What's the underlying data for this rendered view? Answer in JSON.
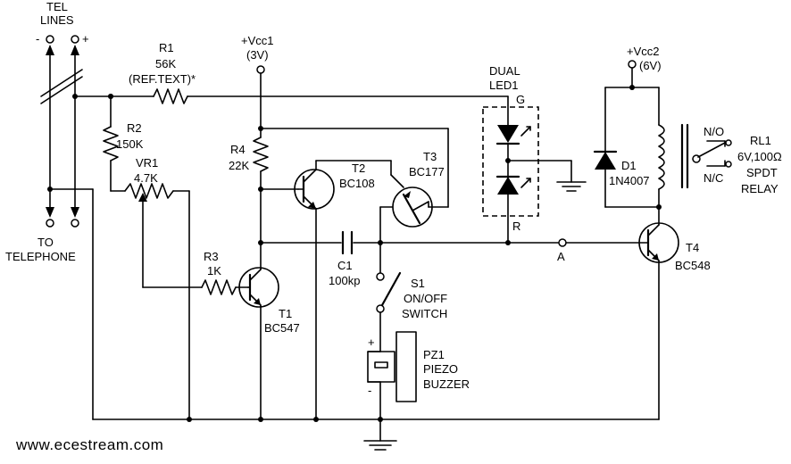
{
  "labels": {
    "tel_lines_1": "TEL",
    "tel_lines_2": "LINES",
    "minus": "-",
    "plus": "+",
    "to_telephone_1": "TO",
    "to_telephone_2": "TELEPHONE",
    "r1_name": "R1",
    "r1_value": "56K",
    "r1_note": "(REF.TEXT)*",
    "r2_name": "R2",
    "r2_value": "150K",
    "vr1_name": "VR1",
    "vr1_value": "4.7K",
    "r3_name": "R3",
    "r3_value": "1K",
    "r4_name": "R4",
    "r4_value": "22K",
    "vcc1_name": "+Vcc1",
    "vcc1_value": "(3V)",
    "t1_name": "T1",
    "t1_value": "BC547",
    "t2_name": "T2",
    "t2_value": "BC108",
    "t3_name": "T3",
    "t3_value": "BC177",
    "t4_name": "T4",
    "t4_value": "BC548",
    "c1_name": "C1",
    "c1_value": "100kp",
    "s1_name": "S1",
    "s1_desc_1": "ON/OFF",
    "s1_desc_2": "SWITCH",
    "pz1_name": "PZ1",
    "pz1_desc_1": "PIEZO",
    "pz1_desc_2": "BUZZER",
    "pz_plus": "+",
    "pz_minus": "-",
    "led_name_1": "DUAL",
    "led_name_2": "LED1",
    "led_g": "G",
    "led_r": "R",
    "vcc2_name": "+Vcc2",
    "vcc2_value": "(6V)",
    "d1_name": "D1",
    "d1_value": "1N4007",
    "rl1_name": "RL1",
    "rl1_value": "6V,100Ω",
    "rl1_type_1": "SPDT",
    "rl1_type_2": "RELAY",
    "no_label": "N/O",
    "nc_label": "N/C",
    "node_a": "A",
    "website": "www.ecestream.com"
  }
}
